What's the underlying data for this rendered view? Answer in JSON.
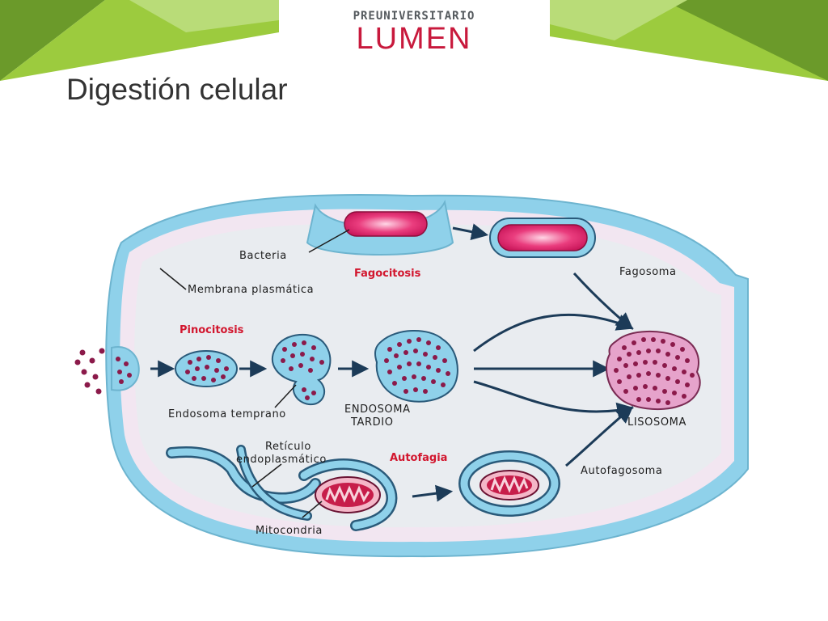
{
  "slide": {
    "title": "Digestión celular"
  },
  "logo": {
    "top_text": "PREUNIVERSITARIO",
    "main_text": "LUMEN"
  },
  "colors": {
    "banner_dark": "#6b9a2a",
    "banner_light": "#9ccb3e",
    "logo_red": "#c8193c",
    "membrane_blue": "#8fd1ea",
    "lysosome_pink": "#e6a3cb",
    "label_red": "#d2162e"
  },
  "diagram": {
    "labels": {
      "bacteria": "Bacteria",
      "fagocitosis": "Fagocitosis",
      "fagosoma": "Fagosoma",
      "membrana": "Membrana plasmática",
      "pinocitosis": "Pinocitosis",
      "endosoma_temprano": "Endosoma temprano",
      "endosoma_tardio_1": "ENDOSOMA",
      "endosoma_tardio_2": "TARDIO",
      "lisosoma": "LISOSOMA",
      "reticulo_1": "Retículo",
      "reticulo_2": "endoplasmático",
      "autofagia": "Autofagia",
      "autofagosoma": "Autofagosoma",
      "mitocondria": "Mitocondria"
    }
  }
}
